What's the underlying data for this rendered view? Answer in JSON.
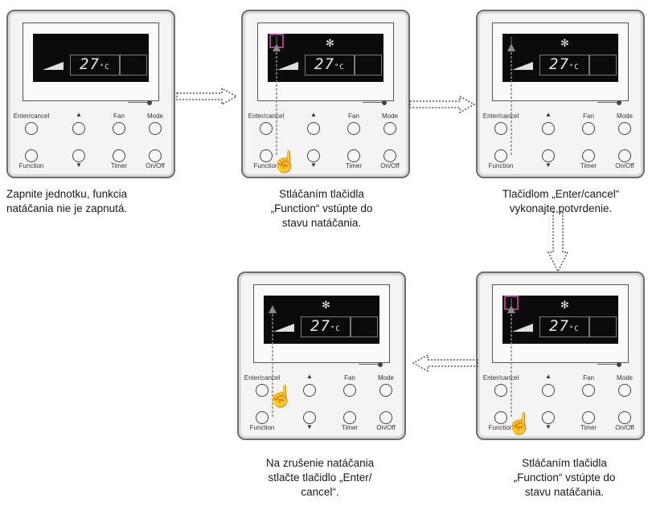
{
  "display": {
    "temperature": "27",
    "unit": "°C",
    "fan_icon": "fan-speed-bars-icon",
    "mode_icon": "snowflake-icon"
  },
  "buttons": {
    "enter_cancel": "Enter/cancel",
    "up": "▲",
    "fan": "Fan",
    "mode": "Mode",
    "function": "Function",
    "down": "▼",
    "timer": "Timer",
    "onoff": "On/Off"
  },
  "steps": [
    {
      "caption_lines": [
        "Zapnite jednotku, funkcia",
        "natáčania nie je zapnutá."
      ]
    },
    {
      "caption_lines": [
        "Stláčaním tlačidla",
        "„Function“ vstúpte do",
        "stavu natáčania."
      ]
    },
    {
      "caption_lines": [
        "Tlačidlom „Enter/cancel“",
        "vykonajte potvrdenie."
      ]
    },
    {
      "caption_lines": [
        "Na zrušenie natáčania",
        "stlačte tlačidlo „Enter/",
        "cancel“."
      ]
    },
    {
      "caption_lines": [
        "Stláčaním tlačidla",
        "„Function“ vstúpte do",
        "stavu natáčania."
      ]
    }
  ],
  "colors": {
    "panel_border": "#6e6e6e",
    "screen": "#0b0b0b",
    "swing_highlight": "#b03a8a",
    "arrow": "#555555"
  }
}
